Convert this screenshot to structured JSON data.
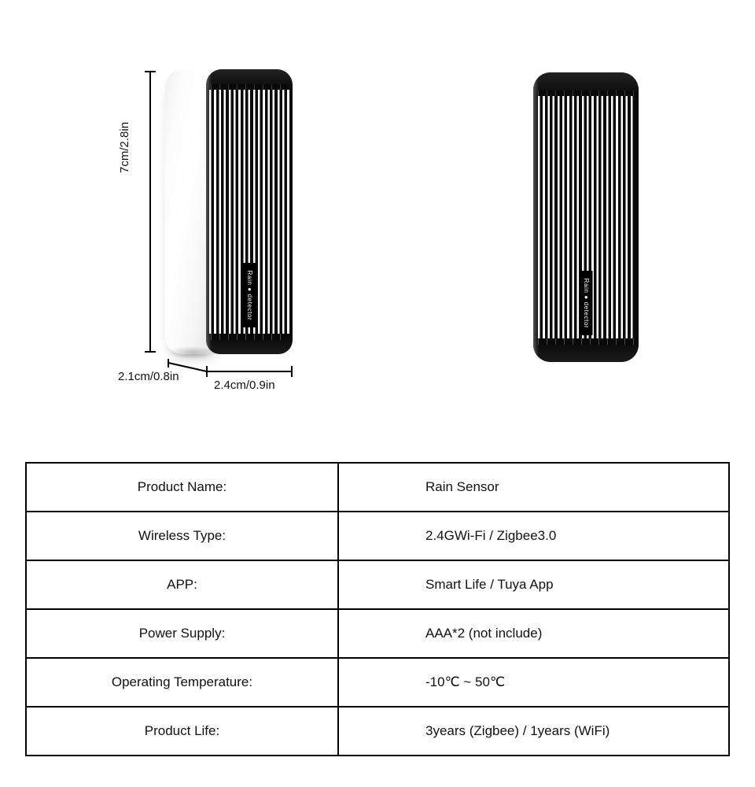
{
  "product": {
    "brand_label": "Rain ● detector",
    "left_unit_name": "rain-sensor-angled-view",
    "right_unit_name": "rain-sensor-front-view"
  },
  "dimensions": {
    "height": "7cm/2.8in",
    "depth": "2.1cm/0.8in",
    "width": "2.4cm/0.9in"
  },
  "spec_table": {
    "rows": [
      {
        "label": "Product Name:",
        "value": "Rain Sensor"
      },
      {
        "label": "Wireless Type:",
        "value": "2.4GWi-Fi / Zigbee3.0"
      },
      {
        "label": "APP:",
        "value": "Smart Life / Tuya App"
      },
      {
        "label": "Power Supply:",
        "value": "AAA*2 (not include)"
      },
      {
        "label": "Operating Temperature:",
        "value": "-10℃ ~ 50℃"
      },
      {
        "label": "Product Life:",
        "value": "3years (Zigbee) / 1years (WiFi)"
      }
    ]
  },
  "colors": {
    "background": "#ffffff",
    "body_white": "#ffffff",
    "panel_black": "#0b0b0b",
    "line_black": "#000000",
    "text": "#111111"
  }
}
